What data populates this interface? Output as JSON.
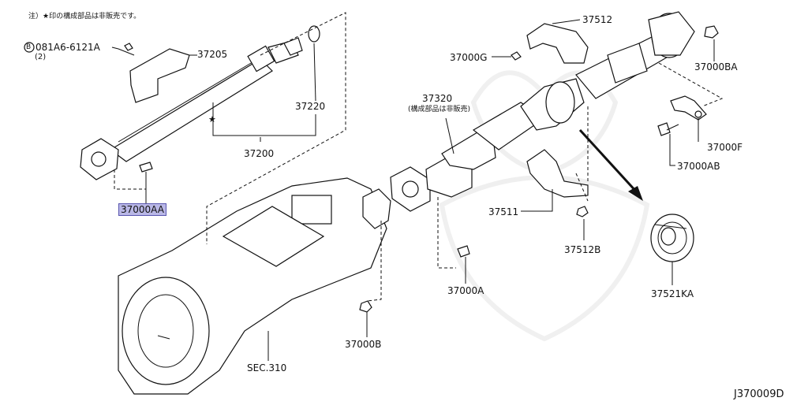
{
  "note": "注）★印の構成部品は非販売です。",
  "bolt_b": {
    "circled": "B",
    "code": "081A6-6121A",
    "qty": "(2)"
  },
  "parts": {
    "p37205": "37205",
    "p37220": "37220",
    "p37200": "37200",
    "p37000AA": "37000AA",
    "p37512": "37512",
    "p37000G": "37000G",
    "p37000BA": "37000BA",
    "p37320": "37320",
    "p37320_note": "(構成部品は非販売)",
    "p37000F": "37000F",
    "p37000AB": "37000AB",
    "p37511": "37511",
    "p37512B": "37512B",
    "p37521KA": "37521KA",
    "p37000A": "37000A",
    "p37000B": "37000B",
    "sec310": "SEC.310"
  },
  "star_symbol": "★",
  "diagram_id": "J370009D",
  "colors": {
    "highlight_fill": "#b9b7e6",
    "highlight_border": "#5a57b0",
    "line": "#111111"
  }
}
